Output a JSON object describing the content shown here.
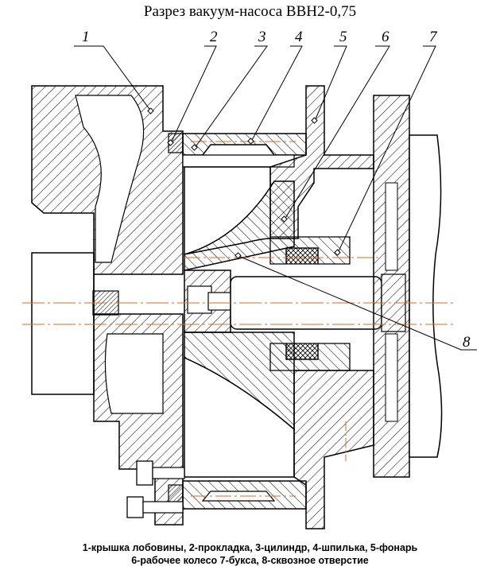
{
  "title": "Разрез вакуум-насоса ВВН2-0,75",
  "callouts": [
    "1",
    "2",
    "3",
    "4",
    "5",
    "6",
    "7",
    "8"
  ],
  "caption": {
    "line1": "1-крышка лобовины, 2-прокладка, 3-цилиндр, 4-шпилька, 5-фонарь",
    "line2": "6-рабочее колесо 7-букса, 8-сквозное отверстие"
  },
  "colors": {
    "axis": "#e06a1e",
    "line": "#000000"
  }
}
